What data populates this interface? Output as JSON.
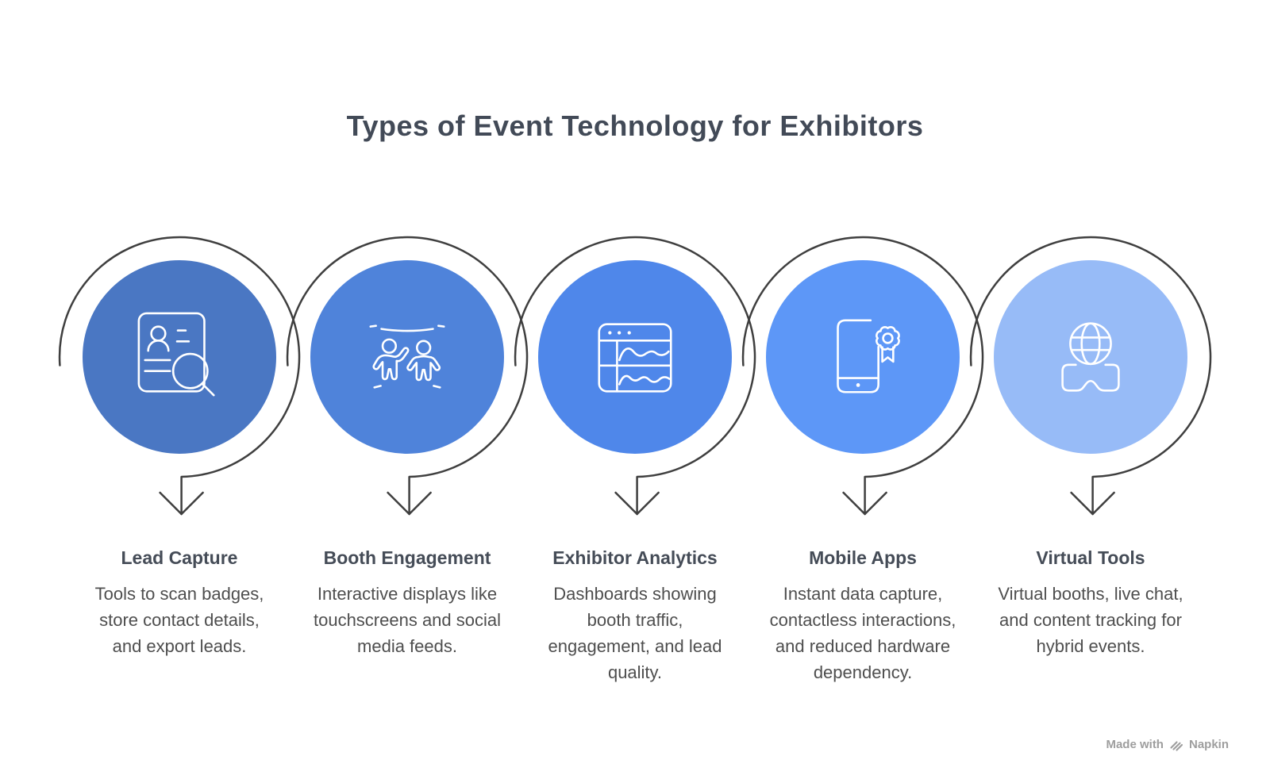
{
  "title": "Types of Event Technology for Exhibitors",
  "items": [
    {
      "title": "Lead Capture",
      "description": "Tools to scan badges, store contact details, and export leads.",
      "icon": "badge-scan-search-icon",
      "circle_color": "#4a77c3"
    },
    {
      "title": "Booth Engagement",
      "description": "Interactive displays like touchscreens and social media feeds.",
      "icon": "people-engagement-icon",
      "circle_color": "#4f83da"
    },
    {
      "title": "Exhibitor Analytics",
      "description": "Dashboards showing booth traffic, engagement, and lead quality.",
      "icon": "dashboard-analytics-icon",
      "circle_color": "#4f87ea"
    },
    {
      "title": "Mobile Apps",
      "description": "Instant data capture, contactless interactions, and reduced hardware dependency.",
      "icon": "mobile-award-icon",
      "circle_color": "#5d97f7"
    },
    {
      "title": "Virtual Tools",
      "description": "Virtual booths, live chat, and content tracking for hybrid events.",
      "icon": "globe-vr-headset-icon",
      "circle_color": "#97bbf7"
    }
  ],
  "watermark": {
    "text_prefix": "Made with",
    "brand": "Napkin"
  },
  "colors": {
    "background": "#ffffff",
    "title_text": "#424a57",
    "heading_text": "#454c57",
    "body_text": "#4e4e4e",
    "arc_stroke": "#3f3f3f",
    "icon_stroke": "#ffffff",
    "watermark_text": "#9e9e9e"
  }
}
